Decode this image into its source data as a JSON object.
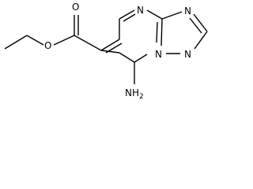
{
  "molecule": {
    "labels": {
      "ester_oxygen_single": "O",
      "ester_oxygen_double": "O",
      "ring_n_top_pyrimidine": "N",
      "ring_n_bridge": "N",
      "ring_n_triazole_top": "N",
      "ring_n_triazole_bottom": "N",
      "amino_n": "NH",
      "amino_h_count": "2"
    },
    "bond_color": "#000000",
    "background": "#ffffff"
  }
}
